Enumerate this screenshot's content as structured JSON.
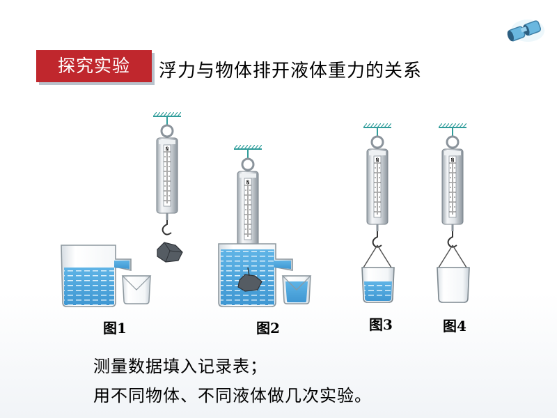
{
  "header": {
    "badge": "探究实验",
    "title": "浮力与物体排开液体重力的关系"
  },
  "diagram": {
    "scale_unit": "N",
    "labels": [
      "图1",
      "图2",
      "图3",
      "图4"
    ]
  },
  "notes": [
    "测量数据填入记录表；",
    "用不同物体、不同液体做几次实验。"
  ],
  "icons": {
    "corner": "binoculars-icon"
  },
  "colors": {
    "badge": "#c0272d",
    "water": "#4fa8de"
  }
}
